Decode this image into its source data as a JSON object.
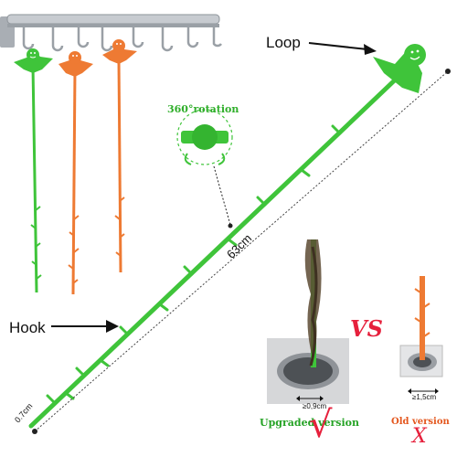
{
  "labels": {
    "loop": "Loop",
    "hook": "Hook",
    "rotation": "360°rotation",
    "length": "63cm",
    "thickness": "0.7cm",
    "vs": "VS",
    "new_diameter": "≥0,9cm",
    "old_diameter": "≥1,5cm",
    "upgraded": "Upgraded version",
    "old": "Old version",
    "check_mark": "√",
    "cross_mark": "X"
  },
  "colors": {
    "green": "#3fc43a",
    "orange": "#ee7a33",
    "rail": "#b9bec4",
    "accent_red": "#e6203c"
  }
}
